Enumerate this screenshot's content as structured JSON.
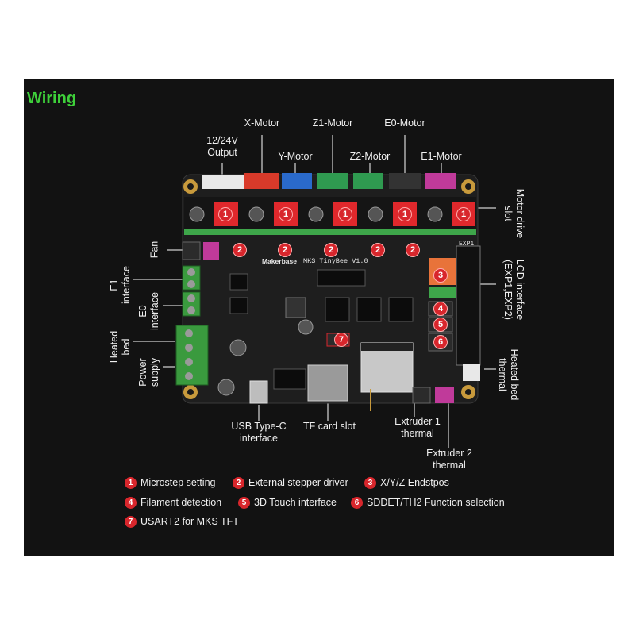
{
  "title": "Wiring",
  "board": {
    "brand": "Makerbase",
    "model": "MKS TinyBee V1.0",
    "exp_label": "EXP1"
  },
  "labels": {
    "output": "12/24V\nOutput",
    "x_motor": "X-Motor",
    "y_motor": "Y-Motor",
    "z1_motor": "Z1-Motor",
    "z2_motor": "Z2-Motor",
    "e0_motor": "E0-Motor",
    "e1_motor": "E1-Motor",
    "fan": "Fan",
    "e1_interface": "E1\ninterface",
    "e0_interface": "E0\ninterface",
    "heated_bed": "Heated\nbed",
    "power_supply": "Power\nsupply",
    "motor_drive_slot": "Motor drive\nslot",
    "lcd_interface": "LCD interface\n(EXP1,EXP2)",
    "heated_bed_thermal": "Heated bed\nthermal",
    "usb": "USB Type-C\ninterface",
    "tf": "TF card slot",
    "extruder1_thermal": "Extruder 1\nthermal",
    "extruder2_thermal": "Extruder 2\nthermal"
  },
  "legend": [
    {
      "num": "1",
      "text": "Microstep setting"
    },
    {
      "num": "2",
      "text": "External stepper driver"
    },
    {
      "num": "3",
      "text": "X/Y/Z Endstpos"
    },
    {
      "num": "4",
      "text": "Filament detection"
    },
    {
      "num": "5",
      "text": "3D Touch interface"
    },
    {
      "num": "6",
      "text": "SDDET/TH2 Function selection"
    },
    {
      "num": "7",
      "text": "USART2 for MKS TFT"
    }
  ],
  "badges": [
    "1",
    "2",
    "3",
    "4",
    "5",
    "6",
    "7"
  ],
  "colors": {
    "accent": "#3ecf3a",
    "badge": "#d8262c",
    "board": "#1c1c1c",
    "terminal_green": "#3a9a3e",
    "dip_red": "#e0282c"
  }
}
